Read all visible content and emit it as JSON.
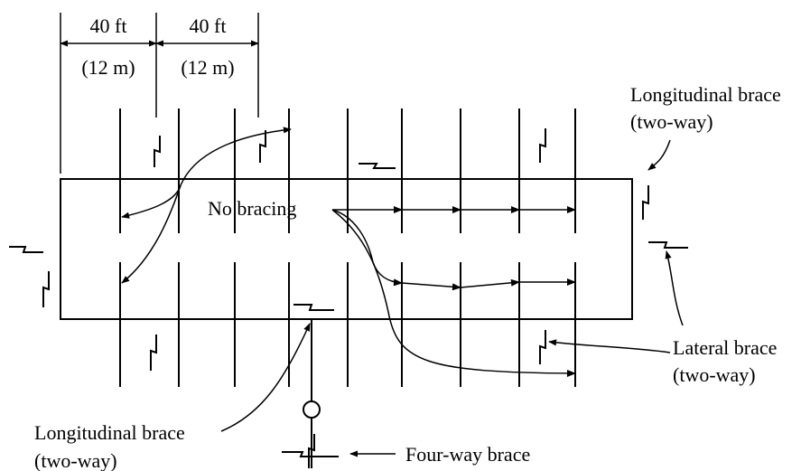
{
  "dimensions": [
    {
      "imperial": "40 ft",
      "metric": "(12 m)"
    },
    {
      "imperial": "40 ft",
      "metric": "(12 m)"
    }
  ],
  "labels": {
    "no_bracing": "No bracing",
    "longitudinal_brace_right": "Longitudinal brace",
    "longitudinal_brace_right_sub": "(two-way)",
    "lateral_brace": "Lateral brace",
    "lateral_brace_sub": "(two-way)",
    "longitudinal_brace_bottom": "Longitudinal brace",
    "longitudinal_brace_bottom_sub": "(two-way)",
    "four_way_brace": "Four-way brace"
  },
  "colors": {
    "ink": "#000000",
    "background": "#ffffff"
  }
}
